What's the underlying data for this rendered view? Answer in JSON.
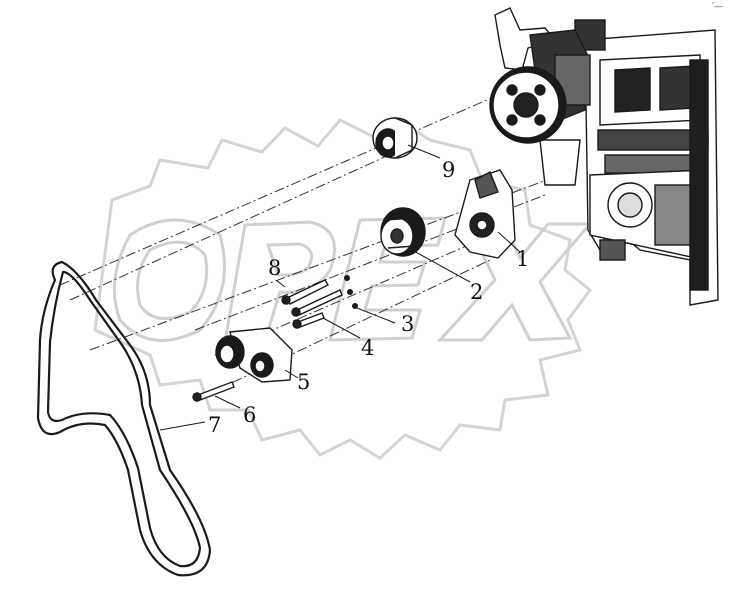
{
  "watermark": {
    "text": "OPEX",
    "color": "#d2d2d2",
    "shape": "gear-outline"
  },
  "corner_mark": "′—",
  "callouts": [
    {
      "id": "1",
      "text": "1"
    },
    {
      "id": "2",
      "text": "2"
    },
    {
      "id": "3",
      "text": "3"
    },
    {
      "id": "4",
      "text": "4"
    },
    {
      "id": "5",
      "text": "5"
    },
    {
      "id": "6",
      "text": "6"
    },
    {
      "id": "7",
      "text": "7"
    },
    {
      "id": "8",
      "text": "8"
    },
    {
      "id": "9",
      "text": "9"
    }
  ],
  "colors": {
    "line": "#1a1a1a",
    "fill_dark": "#2a2a2a",
    "fill_light": "#ffffff"
  }
}
